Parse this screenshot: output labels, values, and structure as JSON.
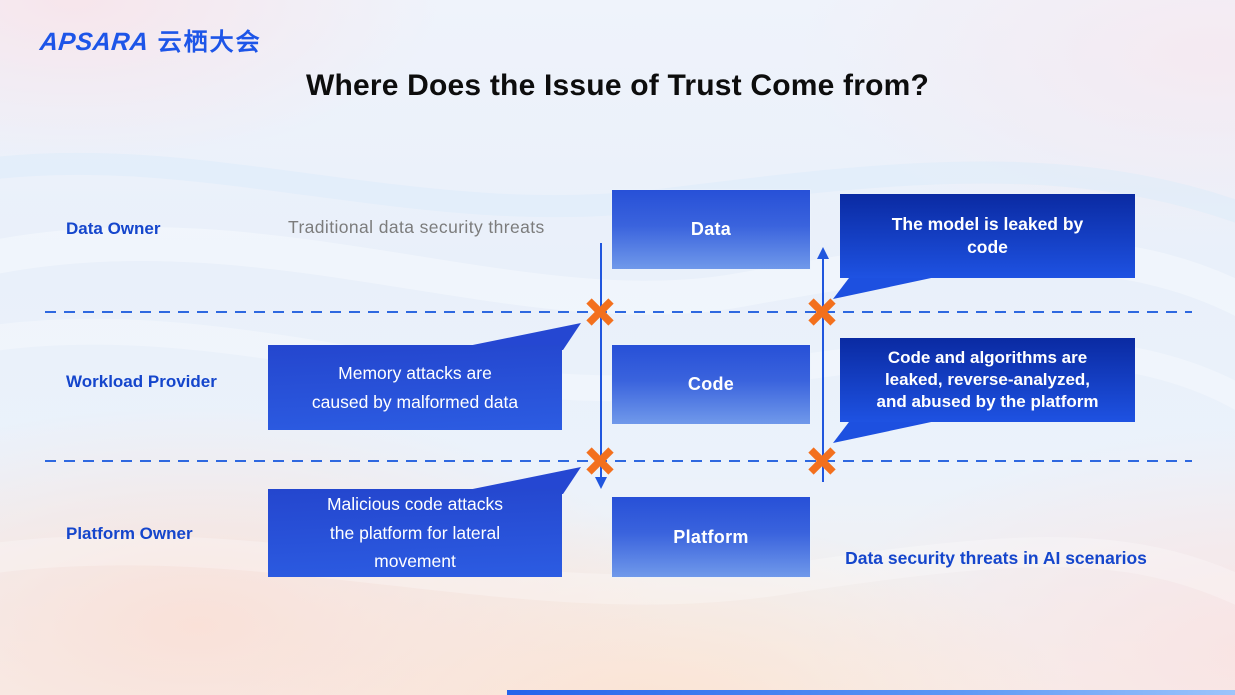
{
  "page": {
    "title": "Where Does the Issue of Trust Come from?"
  },
  "logo": {
    "brand": "APSARA",
    "event": "云栖大会"
  },
  "rows": [
    {
      "label": "Data Owner"
    },
    {
      "label": "Workload Provider"
    },
    {
      "label": "Platform Owner"
    }
  ],
  "captions": {
    "traditional": "Traditional data security threats",
    "ai_scenarios": "Data security threats in AI scenarios"
  },
  "stack": [
    {
      "label": "Data"
    },
    {
      "label": "Code"
    },
    {
      "label": "Platform"
    }
  ],
  "callouts": {
    "left": [
      {
        "lines": [
          "Memory attacks are",
          "caused by malformed data"
        ]
      },
      {
        "lines": [
          "Malicious code attacks",
          "the platform for lateral",
          "movement"
        ]
      }
    ],
    "right": [
      {
        "lines": [
          "The model is leaked by",
          "code"
        ]
      },
      {
        "lines": [
          "Code and algorithms are",
          "leaked, reverse-analyzed,",
          "and abused by the platform"
        ]
      }
    ]
  },
  "colors": {
    "accent_blue": "#1d4fd8",
    "label_blue": "#1546cc",
    "cross_orange": "#f3701d",
    "gray_text": "#7c7c7c",
    "box_gradient_top": "#2750d7",
    "box_gradient_bottom": "#7099ea",
    "bubble_dark_top": "#0a2aa2",
    "bubble_bottom": "#1e52e2"
  }
}
